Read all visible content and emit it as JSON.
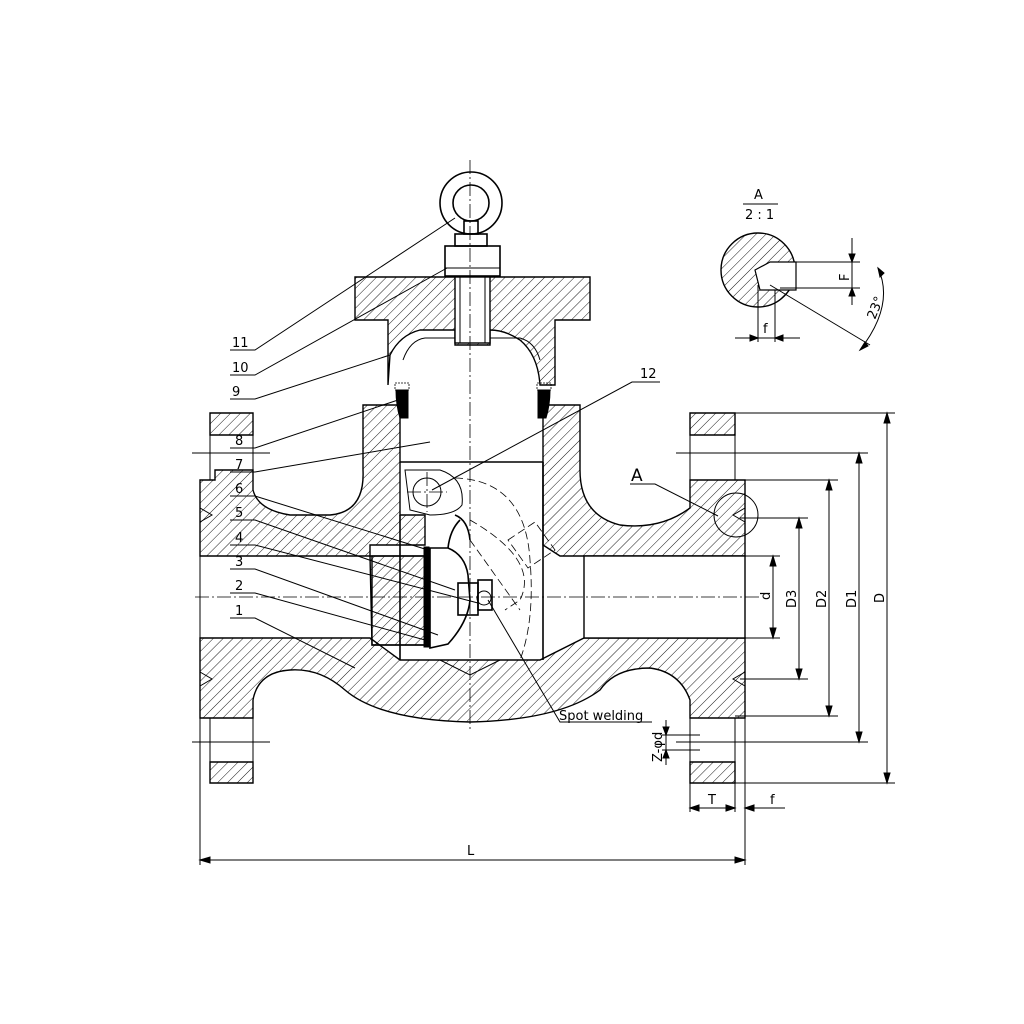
{
  "balloons": [
    {
      "id": "balloon-11",
      "text": "11"
    },
    {
      "id": "balloon-10",
      "text": "10"
    },
    {
      "id": "balloon-9",
      "text": "9"
    },
    {
      "id": "balloon-8",
      "text": "8"
    },
    {
      "id": "balloon-7",
      "text": "7"
    },
    {
      "id": "balloon-6",
      "text": "6"
    },
    {
      "id": "balloon-5",
      "text": "5"
    },
    {
      "id": "balloon-4",
      "text": "4"
    },
    {
      "id": "balloon-3",
      "text": "3"
    },
    {
      "id": "balloon-2",
      "text": "2"
    },
    {
      "id": "balloon-1",
      "text": "1"
    },
    {
      "id": "balloon-12",
      "text": "12"
    }
  ],
  "annotations": {
    "spot_welding": "Spot welding",
    "detail_ref": "A"
  },
  "detail": {
    "title": "A",
    "scale": "2 : 1",
    "dim_F": "F",
    "dim_f": "f",
    "angle": "23°"
  },
  "dimensions": {
    "d": "d",
    "D3": "D3",
    "D2": "D2",
    "D1": "D1",
    "D": "D",
    "holes": "Z-φd",
    "T": "T",
    "f": "f",
    "L": "L"
  }
}
